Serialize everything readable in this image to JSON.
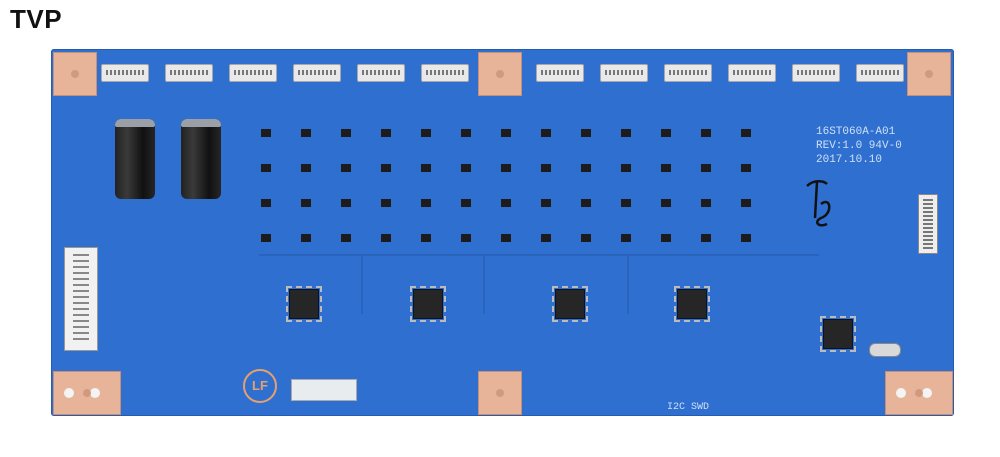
{
  "watermark": "TVP",
  "board": {
    "silkscreen_lines": [
      "16ST060A-A01",
      "REV:1.0  94V-0",
      "2017.10.10"
    ],
    "bus_label": "I2C SWD",
    "logo_mark": "LF"
  },
  "colors": {
    "pcb": "#2f6fcf",
    "copper_pad": "#e7b49a",
    "silkscreen": "#cfe0f6"
  }
}
